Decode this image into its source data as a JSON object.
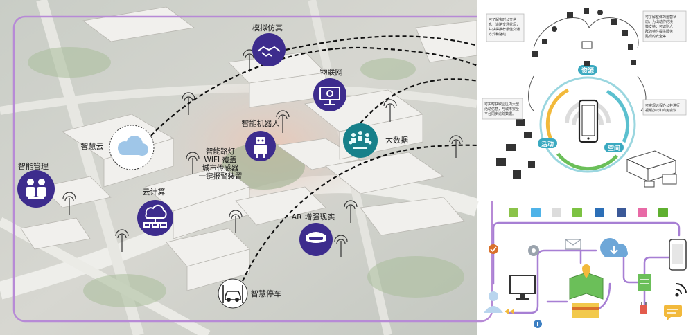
{
  "map": {
    "labels": {
      "simulation": "模拟仿真",
      "iot": "物联网",
      "robot": "智能机器人",
      "bigdata": "大数据",
      "cloud": "智慧云",
      "management": "智能管理",
      "computing": "云计算",
      "streetlight_1": "智能路灯",
      "streetlight_2": "WIFI 覆盖",
      "streetlight_3": "城市传感器",
      "streetlight_4": "一键报警装置",
      "ar": "AR 增强现实",
      "parking": "智慧停车"
    }
  },
  "ring": {
    "labels": {
      "resource": "资源",
      "activity": "活动",
      "space": "空间"
    },
    "notes": {
      "top_left": [
        "可了解实时公交信",
        "息，道路交通状况，",
        "并获得推荐最佳交通",
        "方式和路线"
      ],
      "top_right": [
        "可了解整体的运营状",
        "态，为出动作的决",
        "策支持；可识别人",
        "群的特性提供服务",
        "贴现的安全等"
      ],
      "mid_left": [
        "可实时获取园区内大型",
        "活动信息，与城市安全",
        "平台同步追踪数据。"
      ],
      "mid_right": [
        "可实现远程办公并进行",
        "视频办公和商务会议"
      ]
    }
  },
  "colors": {
    "frame": "#b78ad6",
    "node_purple": "#3d2c8d",
    "node_teal": "#17808a",
    "ring_teal": "#5bc0cf",
    "flow_purple": "#a77fd4"
  }
}
